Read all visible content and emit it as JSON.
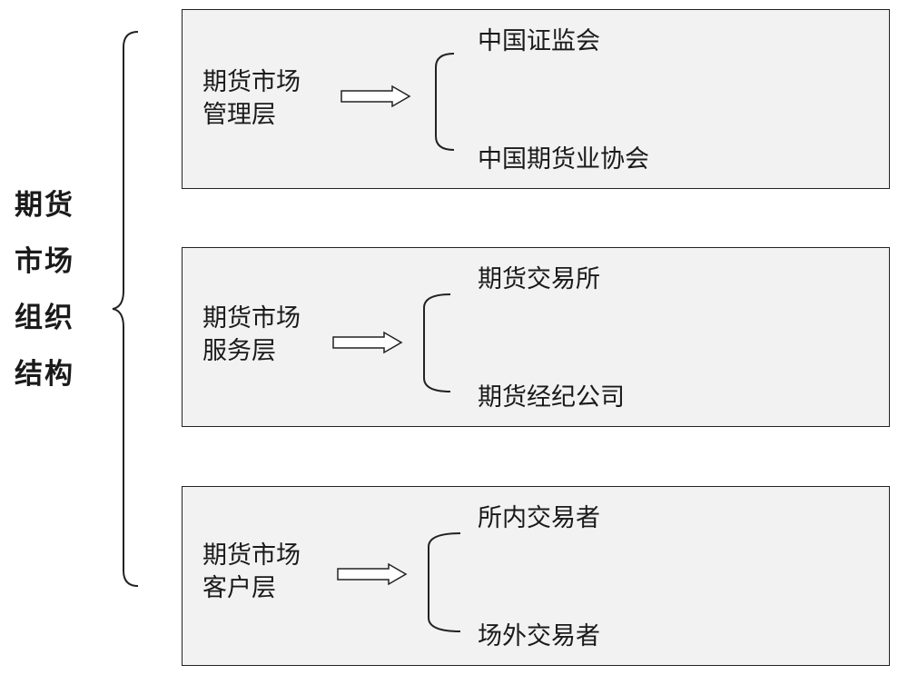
{
  "title_lines": [
    "期货",
    "市场",
    "组织",
    "结构"
  ],
  "layers": [
    {
      "name_lines": [
        "期货市场",
        "管理层"
      ],
      "items": [
        "中国证监会",
        "中国期货业协会"
      ]
    },
    {
      "name_lines": [
        "期货市场",
        "服务层"
      ],
      "items": [
        "期货交易所",
        "期货经纪公司"
      ]
    },
    {
      "name_lines": [
        "期货市场",
        "客户层"
      ],
      "items": [
        "所内交易者",
        "场外交易者"
      ]
    }
  ]
}
